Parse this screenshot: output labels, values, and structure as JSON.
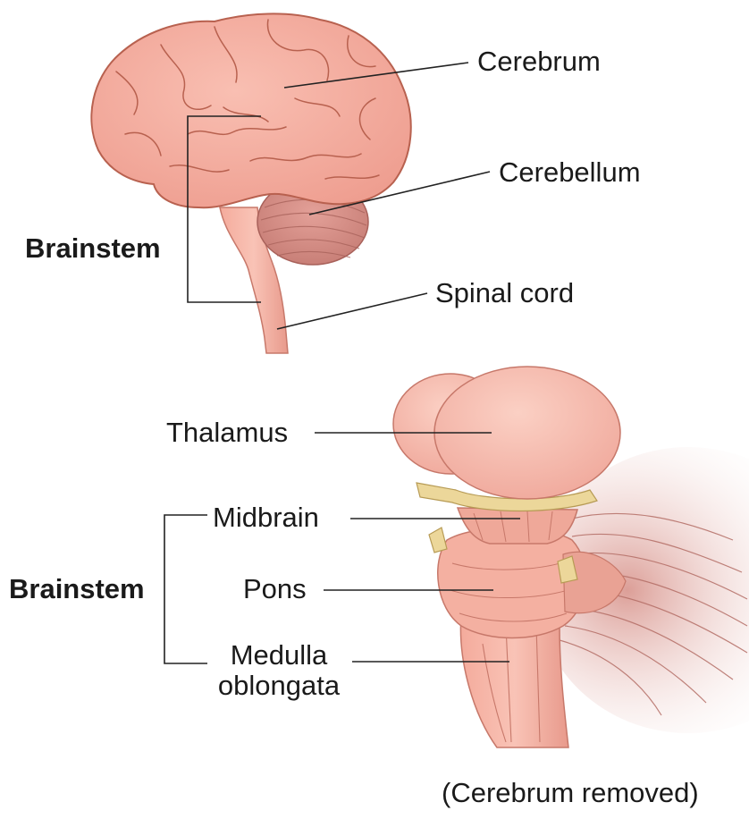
{
  "top_figure": {
    "labels": {
      "cerebrum": "Cerebrum",
      "cerebellum": "Cerebellum",
      "spinal_cord": "Spinal cord",
      "brainstem": "Brainstem"
    }
  },
  "bottom_figure": {
    "labels": {
      "thalamus": "Thalamus",
      "midbrain": "Midbrain",
      "pons": "Pons",
      "medulla_line1": "Medulla",
      "medulla_line2": "oblongata",
      "brainstem": "Brainstem"
    },
    "caption": "(Cerebrum removed)"
  },
  "colors": {
    "brain_fill": "#f5a99b",
    "brain_outline": "#b8614f",
    "cerebellum_fill": "#d98a80",
    "brainstem_fill": "#f7b5a6",
    "nerve_yellow": "#ecd79a",
    "leader_line": "#222222"
  }
}
